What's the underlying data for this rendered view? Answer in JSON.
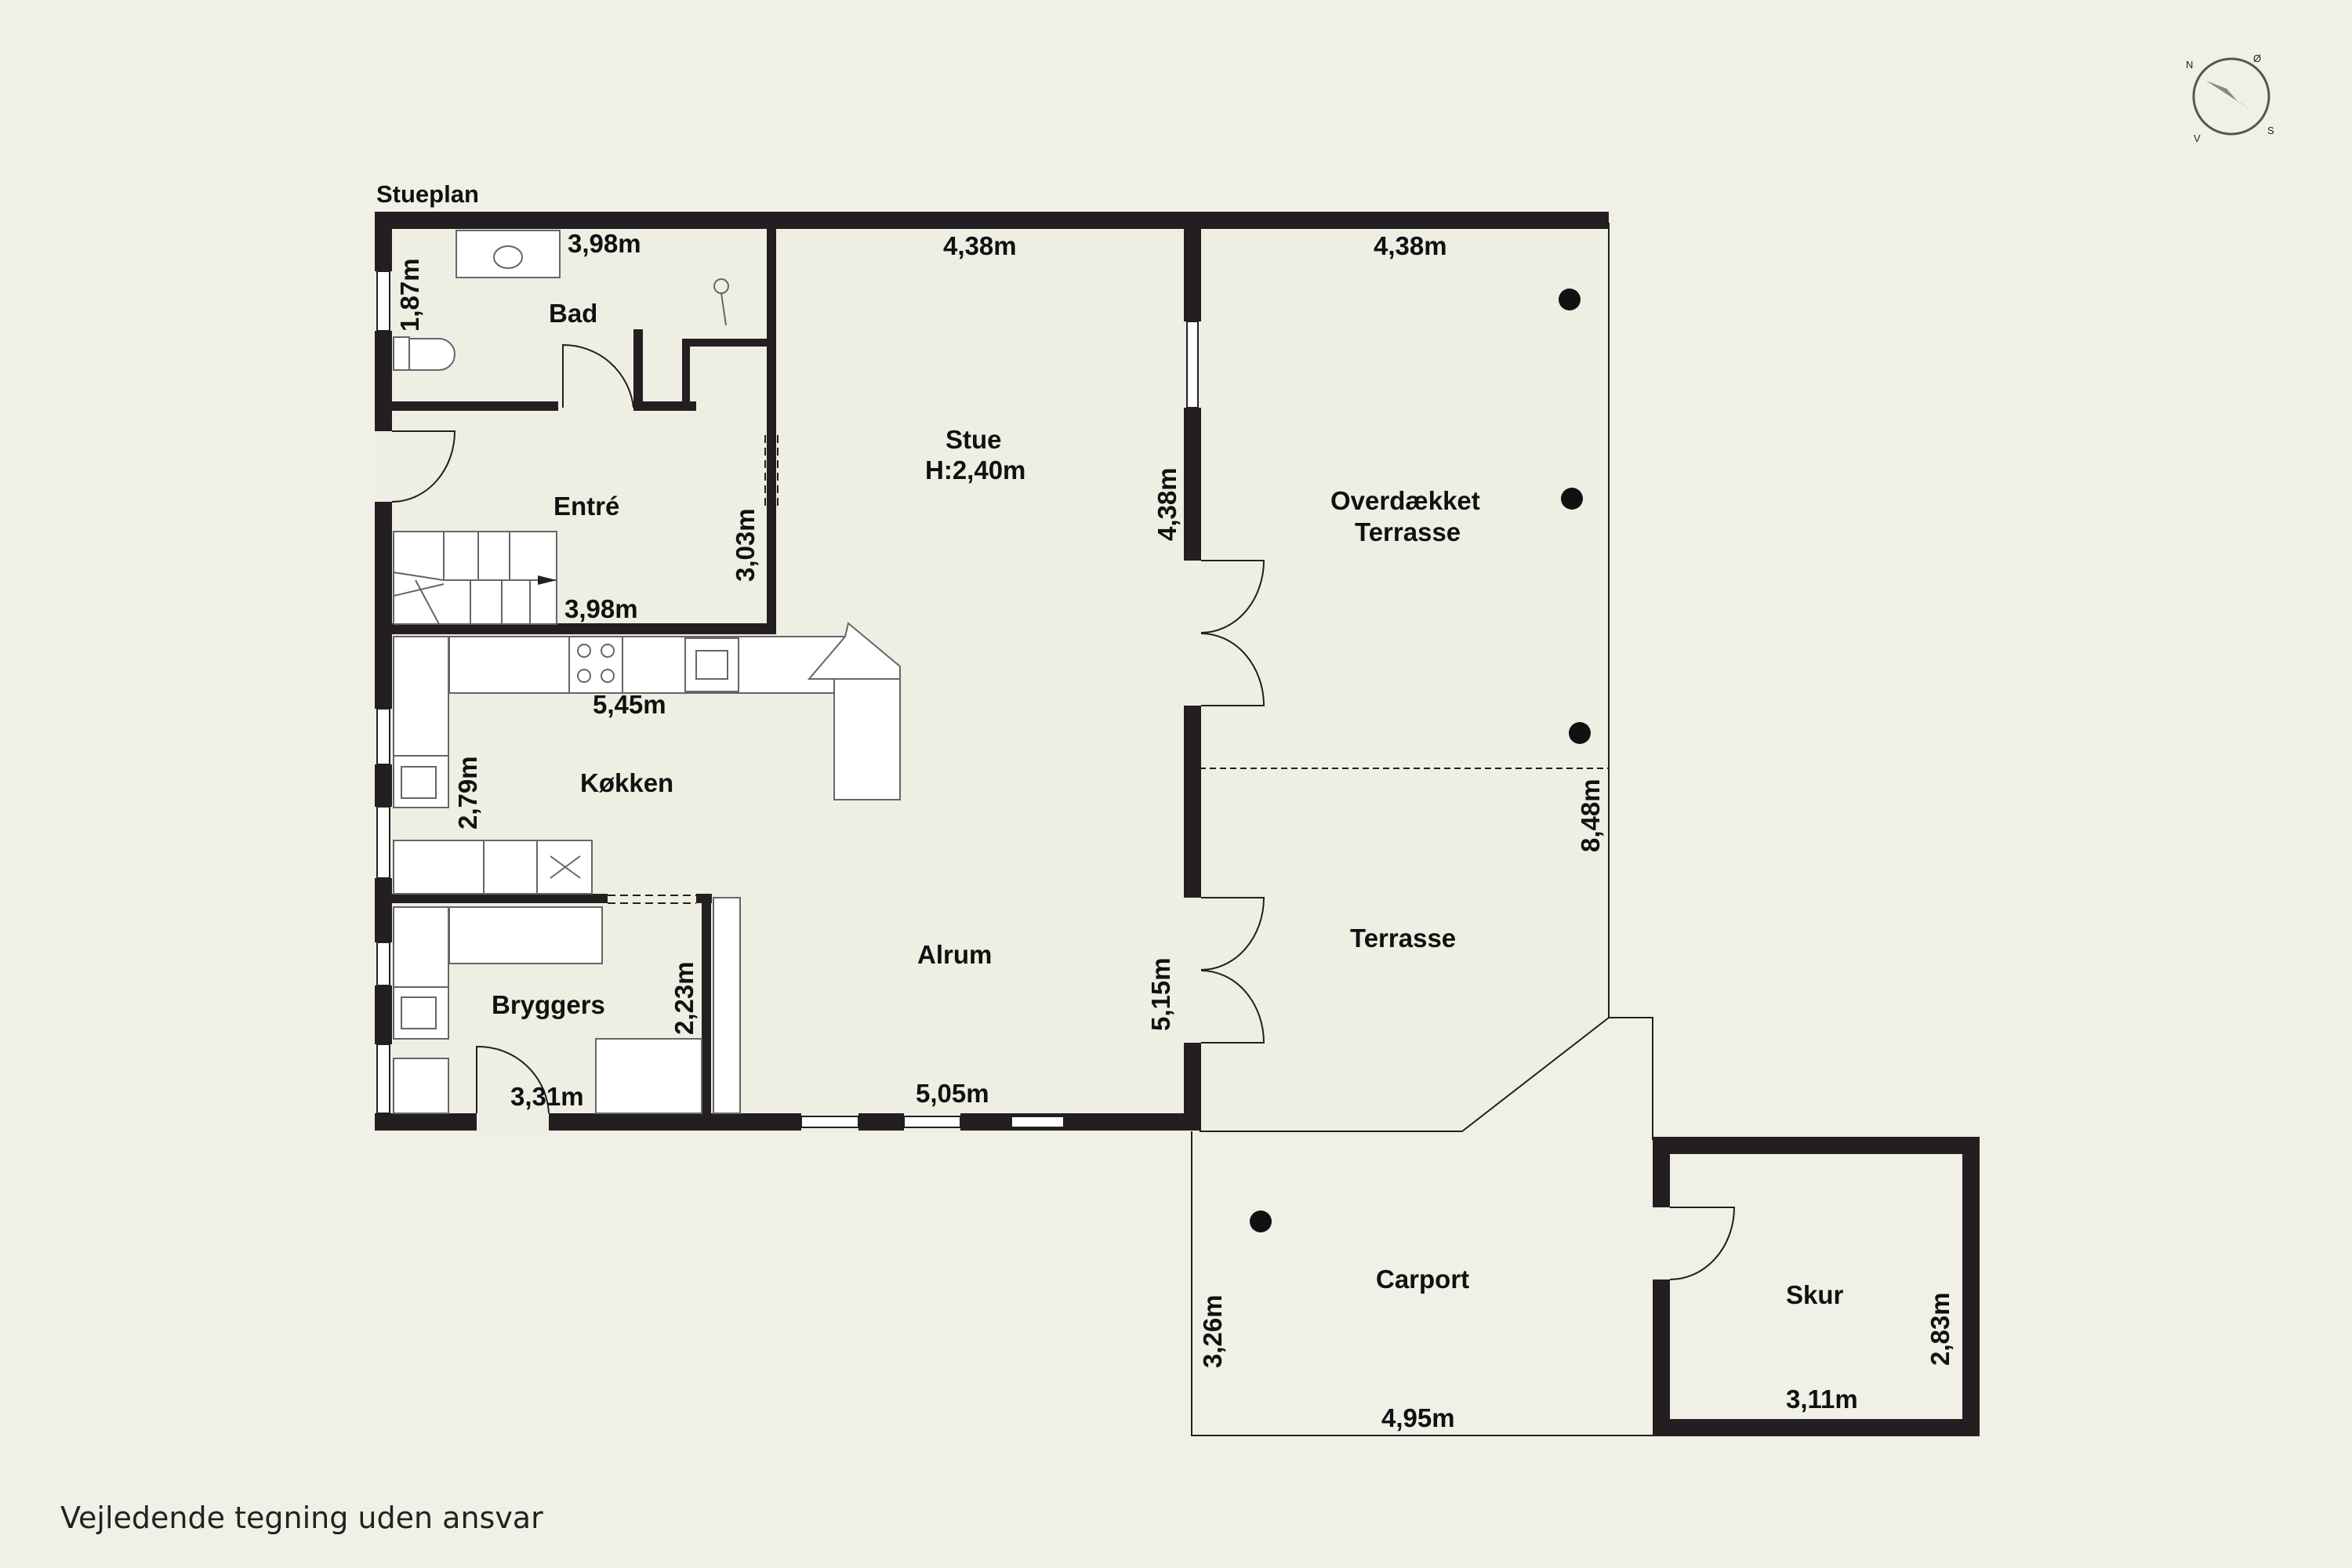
{
  "plan": {
    "floor_title": "Stueplan",
    "rooms": {
      "bad": "Bad",
      "entre": "Entré",
      "stue_name": "Stue",
      "stue_height": "H:2,40m",
      "kokken": "Køkken",
      "bryggers": "Bryggers",
      "alrum": "Alrum",
      "overdaekket_line1": "Overdækket",
      "overdaekket_line2": "Terrasse",
      "terrasse": "Terrasse",
      "carport": "Carport",
      "skur": "Skur"
    },
    "dimensions": {
      "bad_width": "3,98m",
      "bad_height": "1,87m",
      "stue_top": "4,38m",
      "stue_side": "4,38m",
      "entre_height": "3,03m",
      "entre_width": "3,98m",
      "kokken_width": "5,45m",
      "kokken_height": "2,79m",
      "bryggers_height": "2,23m",
      "bryggers_width": "3,31m",
      "alrum_width": "5,05m",
      "alrum_side": "5,15m",
      "terrace_top": "4,38m",
      "terrace_side": "8,48m",
      "carport_width": "4,95m",
      "carport_height": "3,26m",
      "skur_width": "3,11m",
      "skur_height": "2,83m"
    }
  },
  "compass": {
    "n": "N",
    "o": "Ø",
    "s": "S",
    "v": "V"
  },
  "disclaimer": "Vejledende tegning uden ansvar",
  "colors": {
    "background": "#f1f0e7",
    "floor": "#efeee3",
    "wall": "#231f20",
    "fixture_fill": "#ffffff",
    "fixture_stroke": "#555555"
  }
}
